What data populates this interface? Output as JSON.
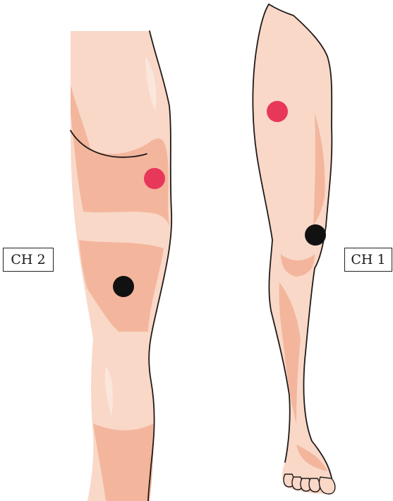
{
  "labels": {
    "left_leg_channel": "CH 2",
    "right_leg_channel": "CH 1"
  },
  "colors": {
    "background": "#ffffff",
    "skin": "#f9d8c8",
    "skin_shadow": "#f3b69d",
    "skin_highlight": "#fbe6dc",
    "outline": "#1f1a18",
    "active_electrode": "#e8385a",
    "reference_electrode": "#111111",
    "label_border": "#222222"
  },
  "electrodes": [
    {
      "leg": "left",
      "role": "active",
      "color_key": "active_electrode"
    },
    {
      "leg": "left",
      "role": "reference",
      "color_key": "reference_electrode"
    },
    {
      "leg": "right",
      "role": "active",
      "color_key": "active_electrode"
    },
    {
      "leg": "right",
      "role": "reference",
      "color_key": "reference_electrode"
    }
  ]
}
